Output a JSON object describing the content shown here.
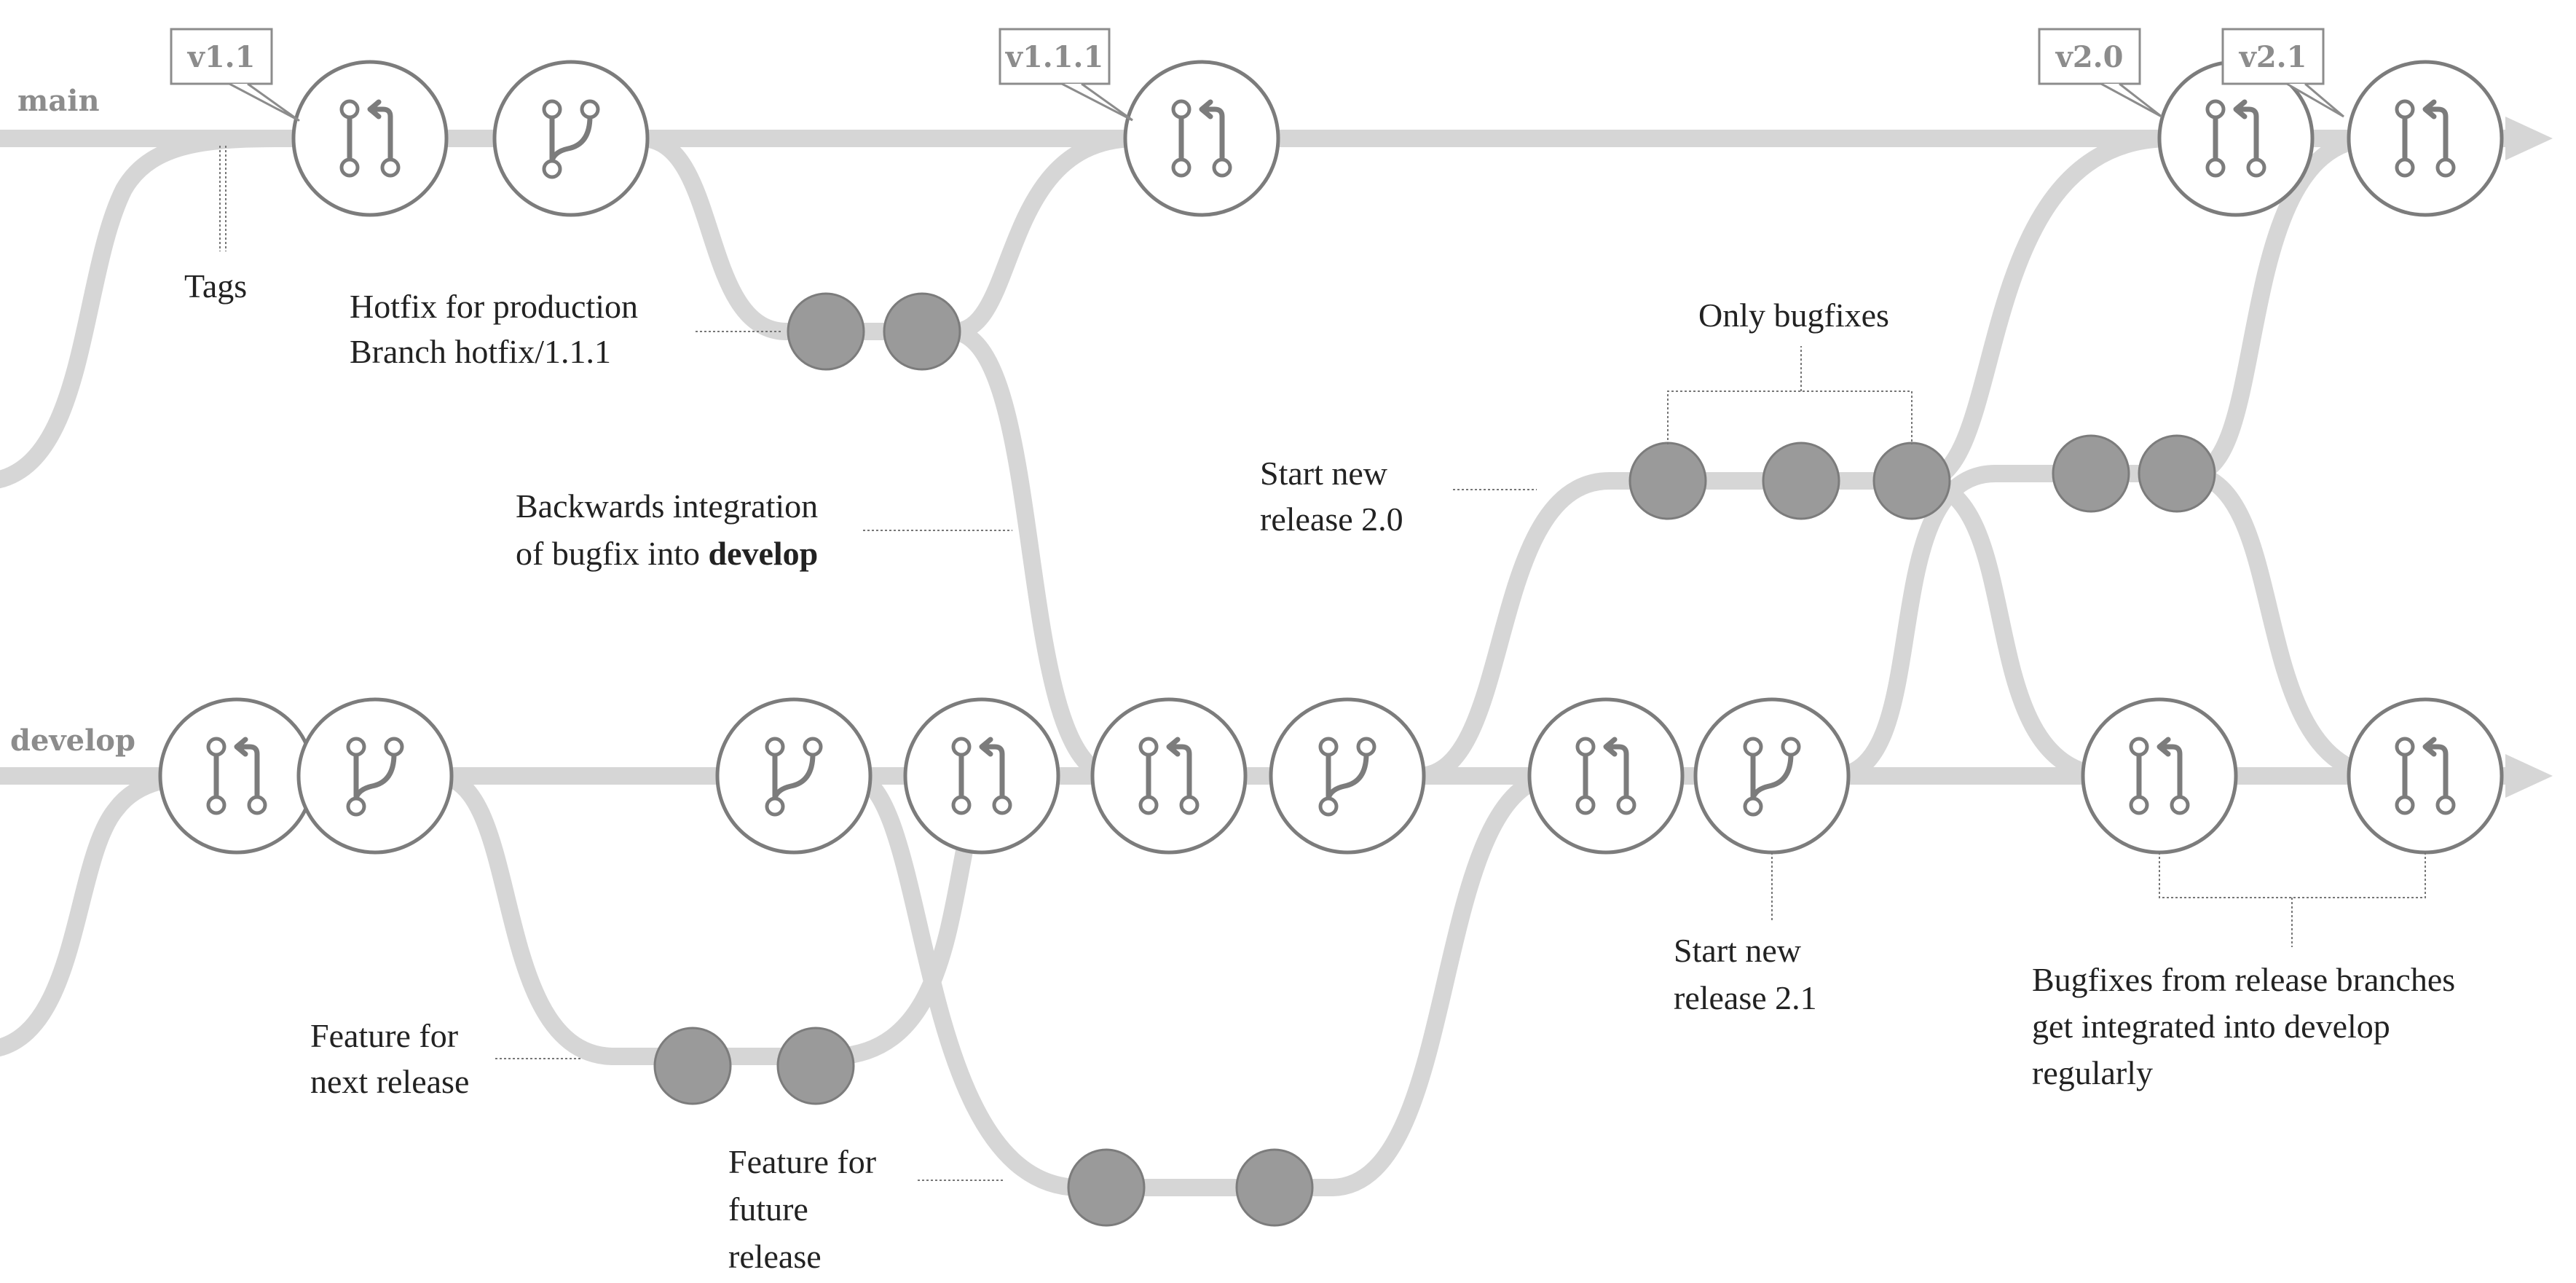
{
  "branches": {
    "main": "main",
    "develop": "develop"
  },
  "tags": {
    "v1_1": "v1.1",
    "v1_1_1": "v1.1.1",
    "v2_0": "v2.0",
    "v2_1": "v2.1"
  },
  "notes": {
    "tags": "Tags",
    "hotfix_line1": "Hotfix for production",
    "hotfix_line2": "Branch hotfix/1.1.1",
    "backwards_line1": "Backwards integration",
    "backwards_line2": "of bugfix into ",
    "backwards_bold": "develop",
    "start_20_line1": "Start new",
    "start_20_line2": "release 2.0",
    "only_bugfixes": "Only bugfixes",
    "feature_next_line1": "Feature for",
    "feature_next_line2": "next release",
    "feature_future_line1": "Feature for",
    "feature_future_line2": "future",
    "feature_future_line3": "release",
    "start_21_line1": "Start new",
    "start_21_line2": "release 2.1",
    "bugfixes_line1": "Bugfixes from release branches",
    "bugfixes_line2": "get integrated into develop",
    "bugfixes_line3": "regularly"
  },
  "icons": {
    "merge": "merge-icon",
    "branch": "branch-icon",
    "commit": "commit-dot"
  },
  "colors": {
    "lane": "#d6d6d6",
    "node_stroke": "#7c7c7c",
    "commit_fill": "#9a9a9a",
    "text": "#222222",
    "label": "#8c8c8c"
  }
}
